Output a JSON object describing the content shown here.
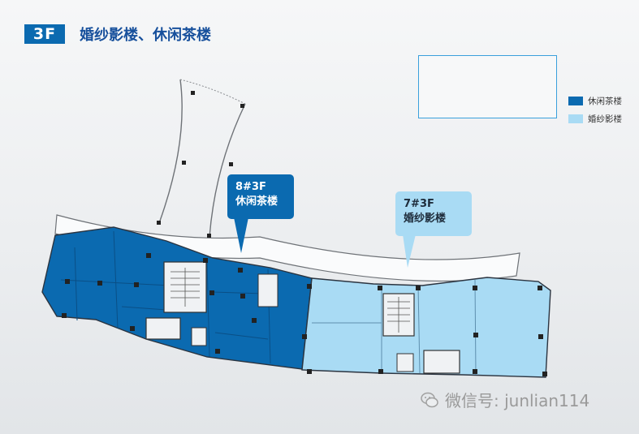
{
  "header": {
    "floor_badge": "3F",
    "title": "婚纱影楼、休闲茶楼"
  },
  "legend": {
    "items": [
      {
        "label": "休闲茶楼",
        "color": "#0b6ab0"
      },
      {
        "label": "婚纱影楼",
        "color": "#a9dbf4"
      }
    ]
  },
  "callouts": {
    "teahouse": {
      "code": "8#3F",
      "name": "休闲茶楼"
    },
    "bridal": {
      "code": "7#3F",
      "name": "婚纱影楼"
    }
  },
  "watermark": {
    "text": "微信号: junlian114",
    "icon": "wechat-icon"
  },
  "colors": {
    "teahouse_zone": "#0b6ab0",
    "bridal_zone": "#a9dbf4",
    "accent": "#17509c",
    "minimap_border": "#3aa0dc"
  }
}
